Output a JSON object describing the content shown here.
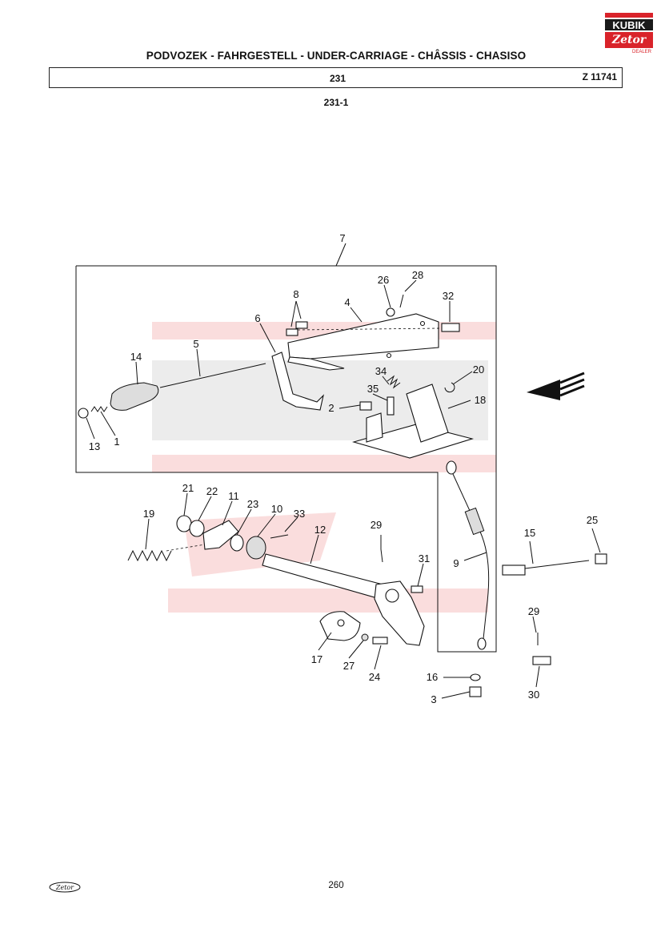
{
  "header": {
    "title": "PODVOZEK - FAHRGESTELL - UNDER-CARRIAGE - CHÂSSIS - CHASISO",
    "group_number": "231",
    "drawing_number": "Z 11741",
    "subgroup": "231-1"
  },
  "logo": {
    "brand_top": "KUBIK",
    "brand_script": "Zetor",
    "brand_sub": "DEALER",
    "colors": {
      "red": "#d9232a",
      "dark": "#1a1a1a"
    }
  },
  "diagram": {
    "callouts": [
      "7",
      "26",
      "28",
      "4",
      "8",
      "32",
      "6",
      "5",
      "14",
      "34",
      "20",
      "35",
      "2",
      "18",
      "13",
      "1",
      "21",
      "22",
      "11",
      "23",
      "10",
      "33",
      "19",
      "29",
      "12",
      "31",
      "9",
      "15",
      "25",
      "17",
      "27",
      "24",
      "16",
      "3",
      "29",
      "30"
    ]
  },
  "footer": {
    "page_number": "260",
    "footer_logo": "Zetor"
  }
}
